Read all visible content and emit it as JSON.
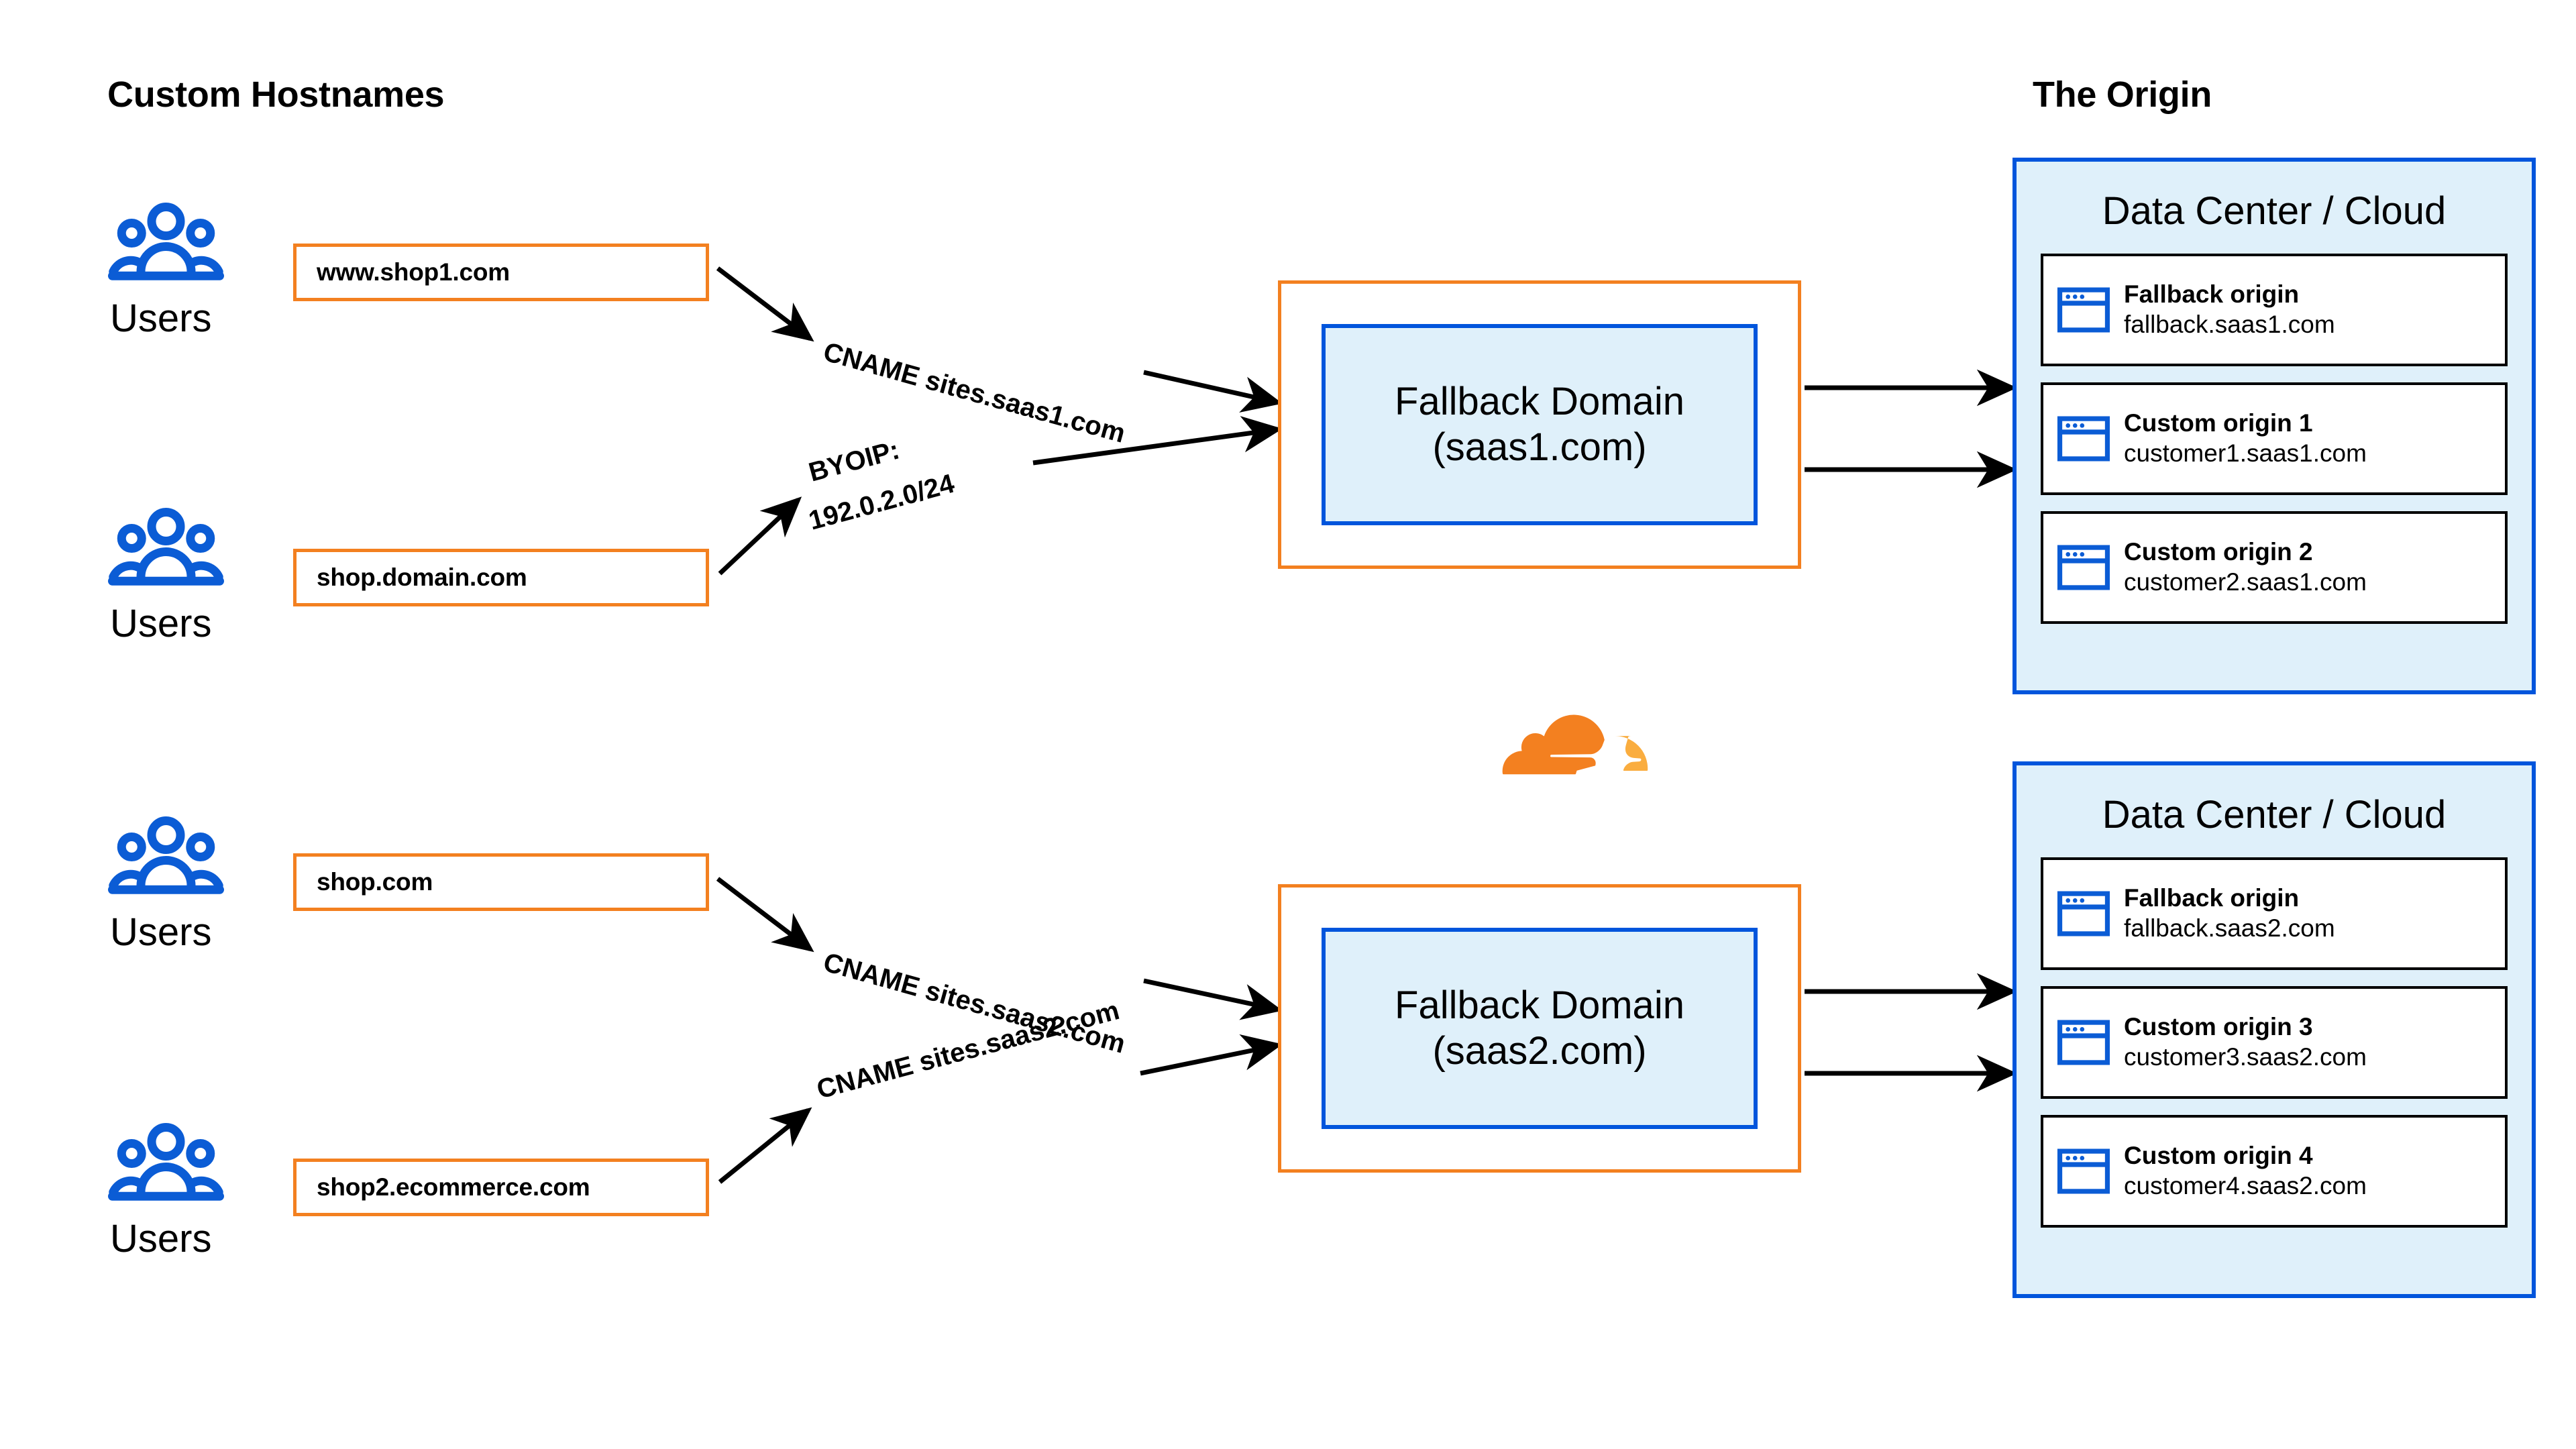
{
  "columns": {
    "left_title": "Custom Hostnames",
    "right_title": "The Origin"
  },
  "users_groups": [
    {
      "label": "Users",
      "icon": "users-group-icon"
    },
    {
      "label": "Users",
      "icon": "users-group-icon"
    },
    {
      "label": "Users",
      "icon": "users-group-icon"
    },
    {
      "label": "Users",
      "icon": "users-group-icon"
    }
  ],
  "hostnames": [
    {
      "value": "www.shop1.com"
    },
    {
      "value": "shop.domain.com"
    },
    {
      "value": "shop.com"
    },
    {
      "value": "shop2.ecommerce.com"
    }
  ],
  "connectors": [
    {
      "label_line1": "CNAME sites.saas1.com",
      "label_line2": ""
    },
    {
      "label_line1": "BYOIP:",
      "label_line2": "192.0.2.0/24"
    },
    {
      "label_line1": "CNAME sites.saas2.com",
      "label_line2": ""
    },
    {
      "label_line1": "CNAME sites.saas2.com",
      "label_line2": ""
    }
  ],
  "fallback_domains": [
    {
      "line1": "Fallback Domain",
      "line2": "(saas1.com)"
    },
    {
      "line1": "Fallback Domain",
      "line2": "(saas2.com)"
    }
  ],
  "datacenters": [
    {
      "title": "Data Center / Cloud",
      "origins": [
        {
          "name": "Fallback origin",
          "hostname": "fallback.saas1.com",
          "icon": "browser-window-icon"
        },
        {
          "name": "Custom origin 1",
          "hostname": "customer1.saas1.com",
          "icon": "browser-window-icon"
        },
        {
          "name": "Custom origin 2",
          "hostname": "customer2.saas1.com",
          "icon": "browser-window-icon"
        }
      ]
    },
    {
      "title": "Data Center / Cloud",
      "origins": [
        {
          "name": "Fallback origin",
          "hostname": "fallback.saas2.com",
          "icon": "browser-window-icon"
        },
        {
          "name": "Custom origin 3",
          "hostname": "customer3.saas2.com",
          "icon": "browser-window-icon"
        },
        {
          "name": "Custom origin 4",
          "hostname": "customer4.saas2.com",
          "icon": "browser-window-icon"
        }
      ]
    }
  ],
  "logo": {
    "name": "cloudflare-logo"
  },
  "colors": {
    "orange": "#F38020",
    "orange_light": "#FAAD3F",
    "blue": "#0055DC",
    "blue_icon": "#0B5CD5",
    "panel_fill": "#DFF0FA",
    "line": "#000000",
    "background": "#FFFFFF"
  }
}
